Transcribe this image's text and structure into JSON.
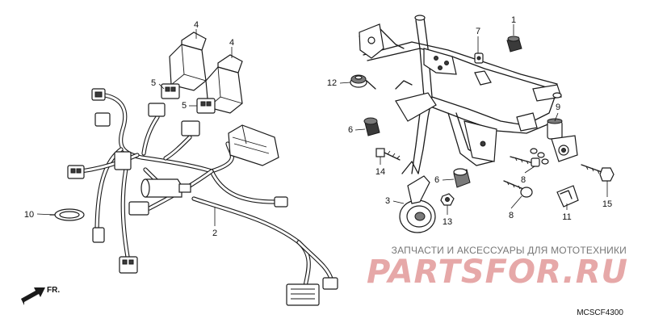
{
  "diagram": {
    "callouts": {
      "c1": "1",
      "c2": "2",
      "c3": "3",
      "c4a": "4",
      "c4b": "4",
      "c5a": "5",
      "c5b": "5",
      "c6a": "6",
      "c6b": "6",
      "c7": "7",
      "c8a": "8",
      "c8b": "8",
      "c9": "9",
      "c10": "10",
      "c11": "11",
      "c12": "12",
      "c13": "13",
      "c14": "14",
      "c15": "15"
    },
    "front_indicator": "FR.",
    "drawing_code": "MCSCF4300"
  },
  "watermark": {
    "line1": "ЗАПЧАСТИ И АКСЕССУАРЫ ДЛЯ МОТОТЕХНИКИ",
    "brand": "PARTSFOR.RU",
    "brand_color": "#e6a8a8"
  }
}
